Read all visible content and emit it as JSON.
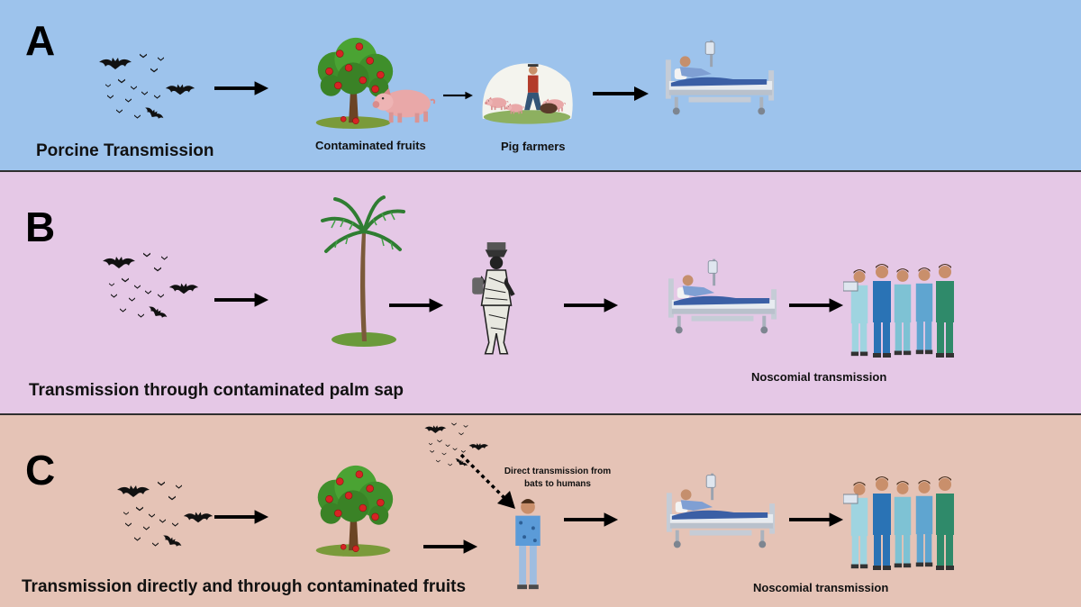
{
  "panel_a": {
    "letter": "A",
    "heading": "Porcine Transmission",
    "fruit_caption": "Contaminated fruits",
    "farmer_caption": "Pig farmers"
  },
  "panel_b": {
    "letter": "B",
    "heading": "Transmission through contaminated palm sap",
    "nosocomial_caption": "Noscomial transmission"
  },
  "panel_c": {
    "letter": "C",
    "heading": "Transmission directly and through contaminated fruits",
    "direct_caption_line1": "Direct transmission from",
    "direct_caption_line2": "bats to humans",
    "nosocomial_caption": "Noscomial transmission"
  },
  "colors": {
    "panel_a_bg": "#9dc3ec",
    "panel_b_bg": "#e5c8e6",
    "panel_c_bg": "#e5c3b6",
    "arrow": "#000000"
  },
  "icons": [
    "bat-swarm-icon",
    "fruit-tree-icon",
    "pig-icon",
    "pig-farm-icon",
    "hospital-bed-icon",
    "palm-tree-icon",
    "sap-collector-icon",
    "healthcare-workers-icon",
    "person-icon"
  ]
}
